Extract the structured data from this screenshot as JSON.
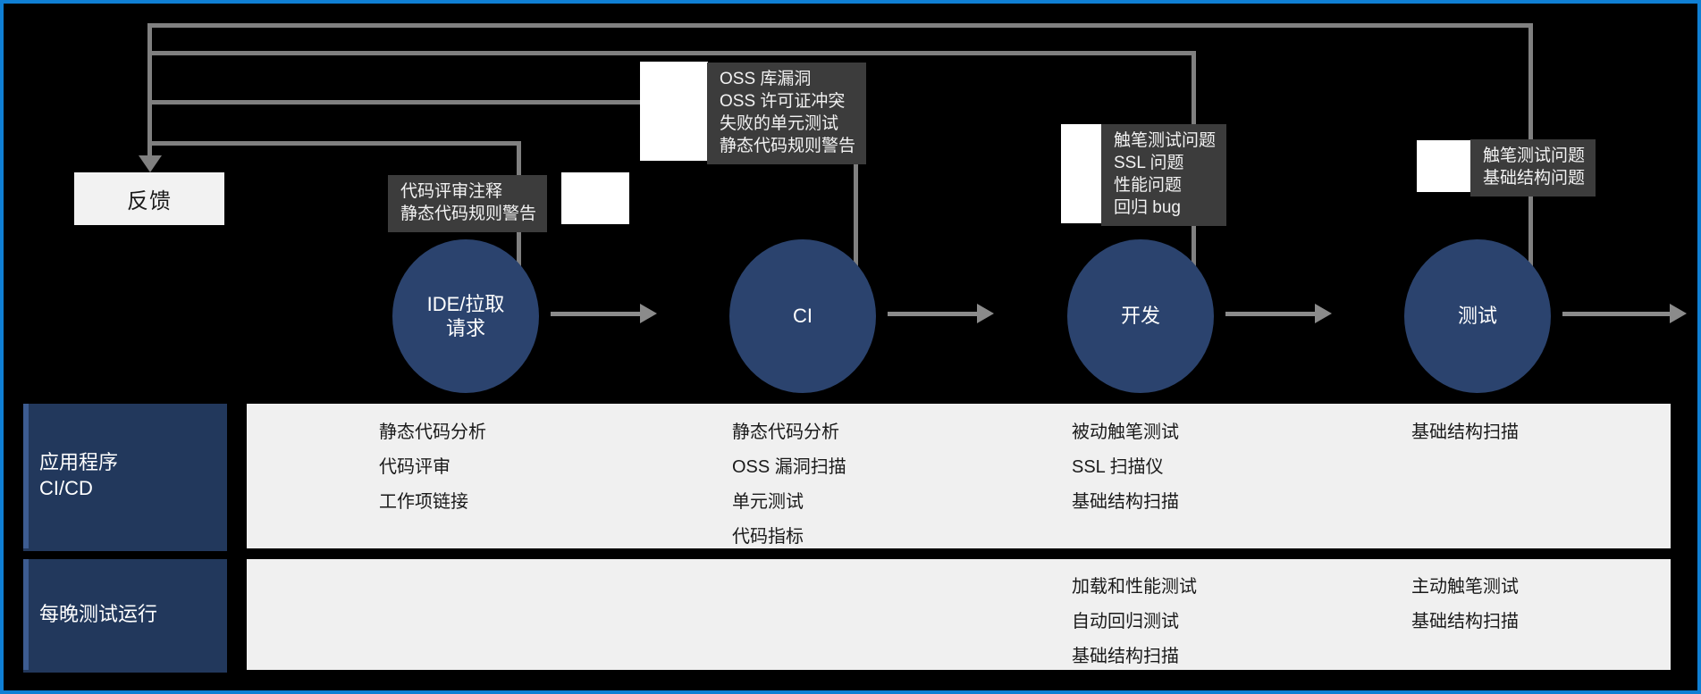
{
  "colors": {
    "border_blue": "#0f7fd4",
    "stage_fill": "#2b436e",
    "callout_fill": "#3c3c3c",
    "row_label_fill": "#22385c",
    "row_body_fill": "#f0f0f0",
    "connector_gray": "#808080",
    "feedback_fill": "#f2f2f2"
  },
  "feedback": {
    "label": "反馈"
  },
  "stages": [
    {
      "id": "ide",
      "label": "IDE/拉取\n请求",
      "line1": "IDE/拉取",
      "line2": "请求"
    },
    {
      "id": "ci",
      "label": "CI",
      "line1": "CI",
      "line2": ""
    },
    {
      "id": "dev",
      "label": "开发",
      "line1": "开发",
      "line2": ""
    },
    {
      "id": "test",
      "label": "测试",
      "line1": "测试",
      "line2": ""
    }
  ],
  "callouts": [
    {
      "id": "ide-callout",
      "items": [
        "代码评审注释",
        "静态代码规则警告"
      ]
    },
    {
      "id": "ci-callout",
      "items": [
        "OSS 库漏洞",
        "OSS 许可证冲突",
        "失败的单元测试",
        "静态代码规则警告"
      ]
    },
    {
      "id": "dev-callout",
      "items": [
        "触笔测试问题",
        "SSL 问题",
        "性能问题",
        "回归 bug"
      ]
    },
    {
      "id": "test-callout",
      "items": [
        "触笔测试问题",
        "基础结构问题"
      ]
    }
  ],
  "matrix": {
    "rows": [
      {
        "id": "app-cicd",
        "label_line1": "应用程序",
        "label_line2": "CI/CD",
        "cells": [
          {
            "column": "ide",
            "items": [
              "静态代码分析",
              "代码评审",
              "工作项链接"
            ]
          },
          {
            "column": "ci",
            "items": [
              "静态代码分析",
              "OSS 漏洞扫描",
              "单元测试",
              "代码指标"
            ]
          },
          {
            "column": "dev",
            "items": [
              "被动触笔测试",
              "SSL 扫描仪",
              "基础结构扫描"
            ]
          },
          {
            "column": "test",
            "items": [
              "基础结构扫描"
            ]
          }
        ]
      },
      {
        "id": "nightly-test-run",
        "label_line1": "每晚测试运行",
        "label_line2": "",
        "cells": [
          {
            "column": "ide",
            "items": []
          },
          {
            "column": "ci",
            "items": []
          },
          {
            "column": "dev",
            "items": [
              "加载和性能测试",
              "自动回归测试",
              "基础结构扫描"
            ]
          },
          {
            "column": "test",
            "items": [
              "主动触笔测试",
              "基础结构扫描"
            ]
          }
        ]
      }
    ]
  }
}
